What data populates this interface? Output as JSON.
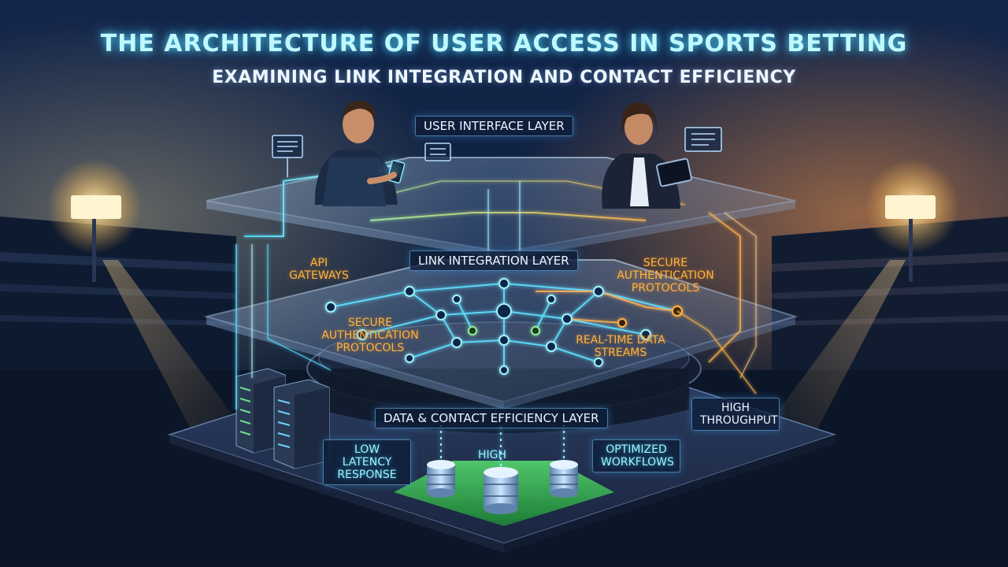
{
  "header": {
    "title": "THE ARCHITECTURE OF USER ACCESS IN SPORTS BETTING",
    "subtitle": "EXAMINING LINK INTEGRATION AND CONTACT EFFICIENCY"
  },
  "layers": {
    "ui": "USER INTERFACE LAYER",
    "link": "LINK INTEGRATION LAYER",
    "data": "DATA & CONTACT EFFICIENCY LAYER"
  },
  "callouts": {
    "api": "API GATEWAYS",
    "secure_right": "SECURE AUTHENTICATION PROTOCOLS",
    "secure_left": "SECURE AUTHENTICATION PROTOCOLS",
    "realtime": "REAL-TIME DATA STREAMS",
    "high_throughput": "HIGH THROUGHPUT",
    "low_latency": "LOW LATENCY RESPONSE",
    "high": "HIGH",
    "optimized": "OPTIMIZED WORKFLOWS"
  },
  "colors": {
    "title_glow": "#5ae6ff",
    "accent_orange": "#ffb23e",
    "accent_cyan": "#35d8ff",
    "accent_green": "#54e06a",
    "background": "#0a1526"
  },
  "icons": [
    "stadium-floodlight-icon",
    "user-with-phone-icon",
    "user-with-tablet-icon",
    "server-rack-icon",
    "database-icon",
    "node-network-icon"
  ]
}
